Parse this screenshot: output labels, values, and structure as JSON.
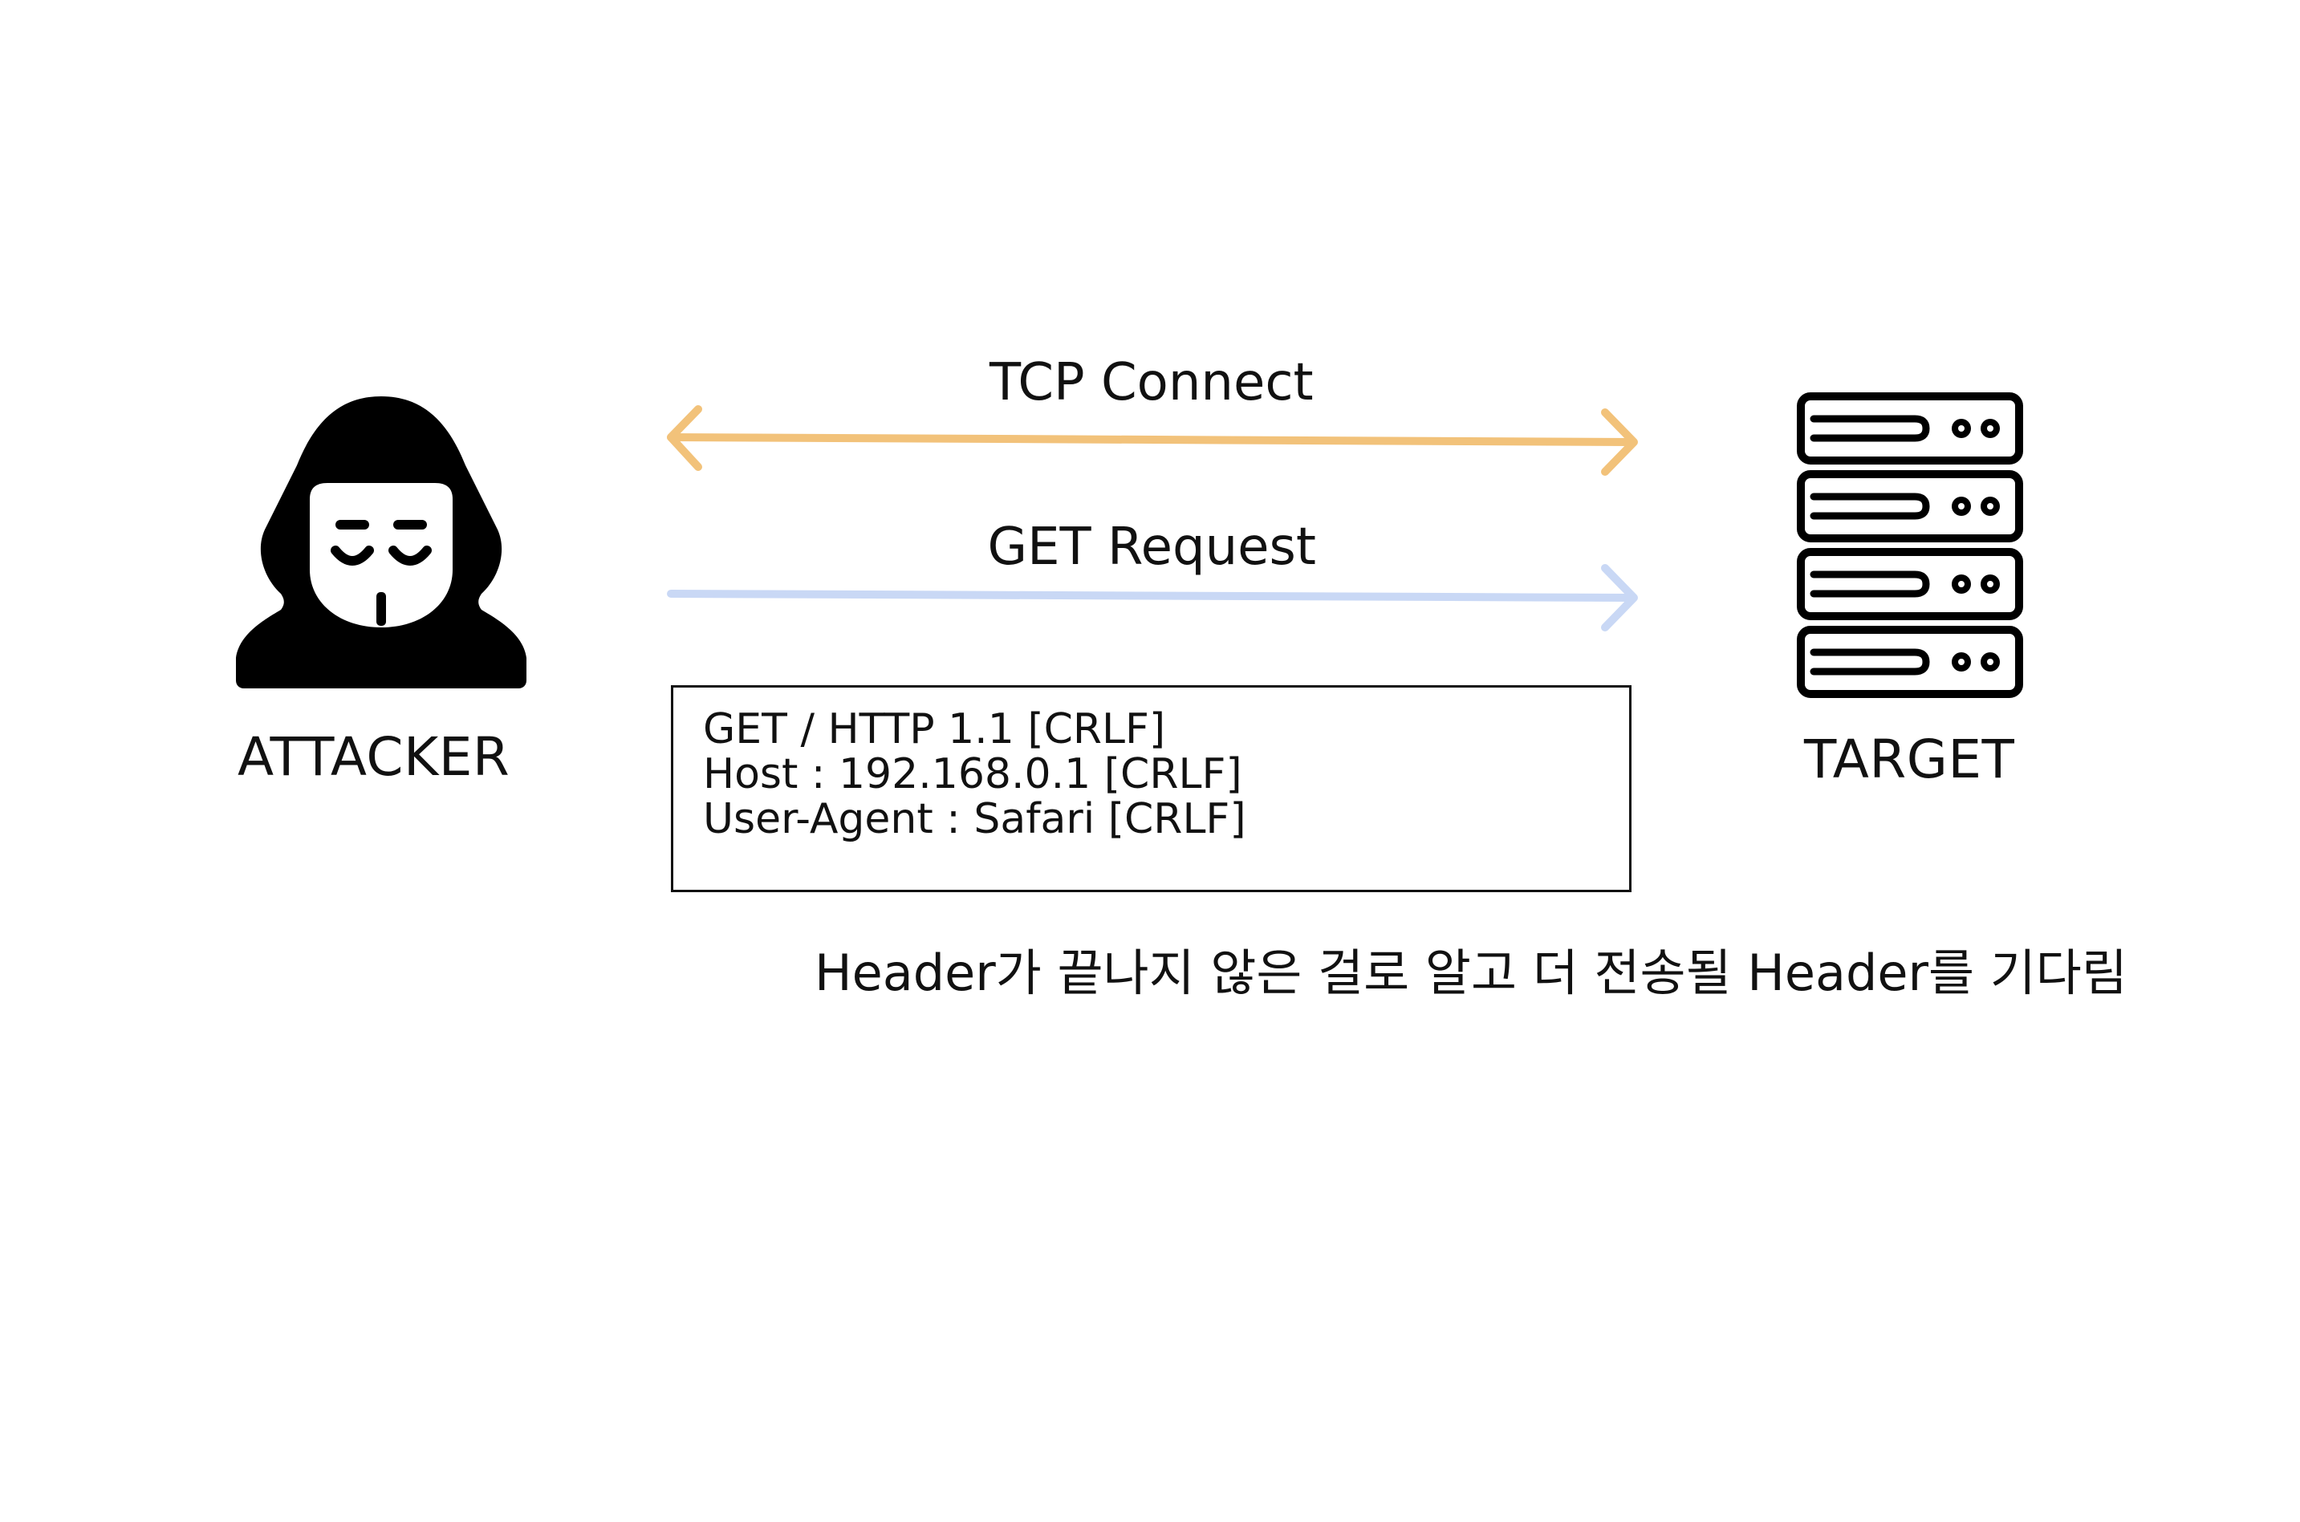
{
  "diagram": {
    "attacker": {
      "label": "ATTACKER",
      "icon": "hooded-masked-hacker-icon"
    },
    "target": {
      "label": "TARGET",
      "icon": "server-rack-icon"
    },
    "arrows": [
      {
        "id": "tcp-connect",
        "label": "TCP Connect",
        "direction": "bidirectional",
        "color": "#F2C27A"
      },
      {
        "id": "get-request",
        "label": "GET Request",
        "direction": "attacker-to-target",
        "color": "#C9D8F5"
      }
    ],
    "request_lines": [
      "GET / HTTP 1.1 [CRLF]",
      "Host : 192.168.0.1 [CRLF]",
      "User-Agent : Safari [CRLF]"
    ],
    "caption": "Header가 끝나지 않은 걸로 알고 더 전송될 Header를 기다림"
  }
}
